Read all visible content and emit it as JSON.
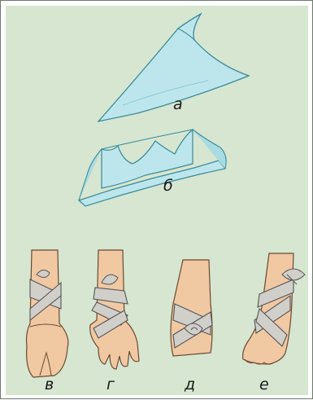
{
  "figure": {
    "labels": {
      "a": "а",
      "b": "б",
      "v": "в",
      "g": "г",
      "d": "д",
      "e": "е"
    }
  },
  "colors": {
    "background": "#d6e6d0",
    "bandage": "#bde6ec",
    "bandage_stroke": "#3a8a9a",
    "skin": "#f0c8a2",
    "skin_stroke": "#6a4a32",
    "wrap": "#d0cfca",
    "wrap_stroke": "#555555"
  }
}
